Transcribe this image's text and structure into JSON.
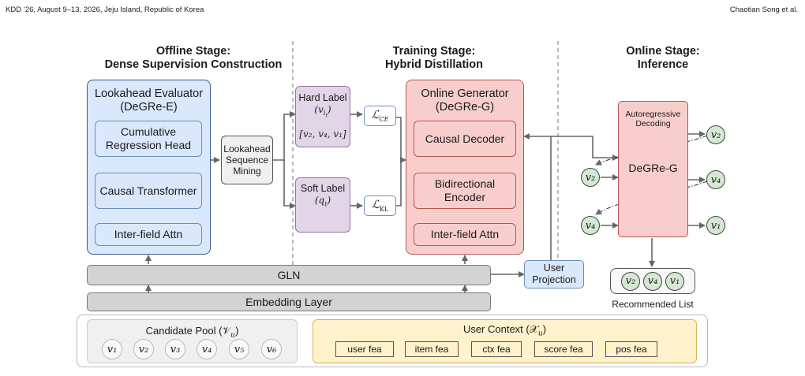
{
  "header": {
    "left": "KDD ’26, August 9–13, 2026, Jeju Island, Republic of Korea",
    "right": "Chaotian Song et al."
  },
  "stages": {
    "offline_title": "Offline Stage:",
    "offline_subtitle": "Dense Supervision Construction",
    "training_title": "Training Stage:",
    "training_subtitle": "Hybrid Distillation",
    "online_title": "Online Stage:",
    "online_subtitle": "Inference"
  },
  "evaluator": {
    "title": "Lookahead Evaluator",
    "subtitle": "(DeGRe-E)",
    "regression_head": "Cumulative Regression Head",
    "transformer": "Causal Transformer",
    "attn": "Inter-field Attn"
  },
  "mining": {
    "label": "Lookahead Sequence Mining"
  },
  "hard_label": {
    "title": "Hard Label",
    "var": "(v_{i_t})",
    "seq": "[v₂, v₄, v₁]"
  },
  "soft_label": {
    "title": "Soft Label",
    "var": "(q_t)"
  },
  "losses": {
    "ce": "ℒ",
    "ce_sub": "CE",
    "kl": "ℒ",
    "kl_sub": "KL"
  },
  "generator": {
    "title": "Online Generator",
    "subtitle": "(DeGRe-G)",
    "decoder": "Causal Decoder",
    "encoder": "Bidirectional Encoder",
    "attn": "Inter-field Attn"
  },
  "user_projection": "User Projection",
  "gln": "GLN",
  "embedding": "Embedding Layer",
  "inference": {
    "decoding": "Autoregressive Decoding",
    "model": "DeGRe-G",
    "outputs": [
      "v₂",
      "v₄",
      "v₁"
    ],
    "inputs": [
      "v₂",
      "v₄"
    ],
    "recommended_label": "Recommended List",
    "recommended": [
      "v₂",
      "v₄",
      "v₁"
    ]
  },
  "candidate_pool": {
    "label": "Candidate Pool (𝒱",
    "label_sub": "u",
    "label_end": ")",
    "items": [
      "v₁",
      "v₂",
      "v₃",
      "v₄",
      "v₅",
      "v₆"
    ]
  },
  "user_context": {
    "label": "User Context (𝒳",
    "label_sub": "u",
    "label_end": ")",
    "features": [
      "user fea",
      "item fea",
      "ctx fea",
      "score fea",
      "pos fea"
    ]
  },
  "colors": {
    "blue_fill": "#dae8fc",
    "red_fill": "#f8cecc",
    "purple_fill": "#e1d5e7",
    "green_fill": "#d5e8d4",
    "yellow_fill": "#fff2cc",
    "gray_bar": "#d3d3d3"
  }
}
